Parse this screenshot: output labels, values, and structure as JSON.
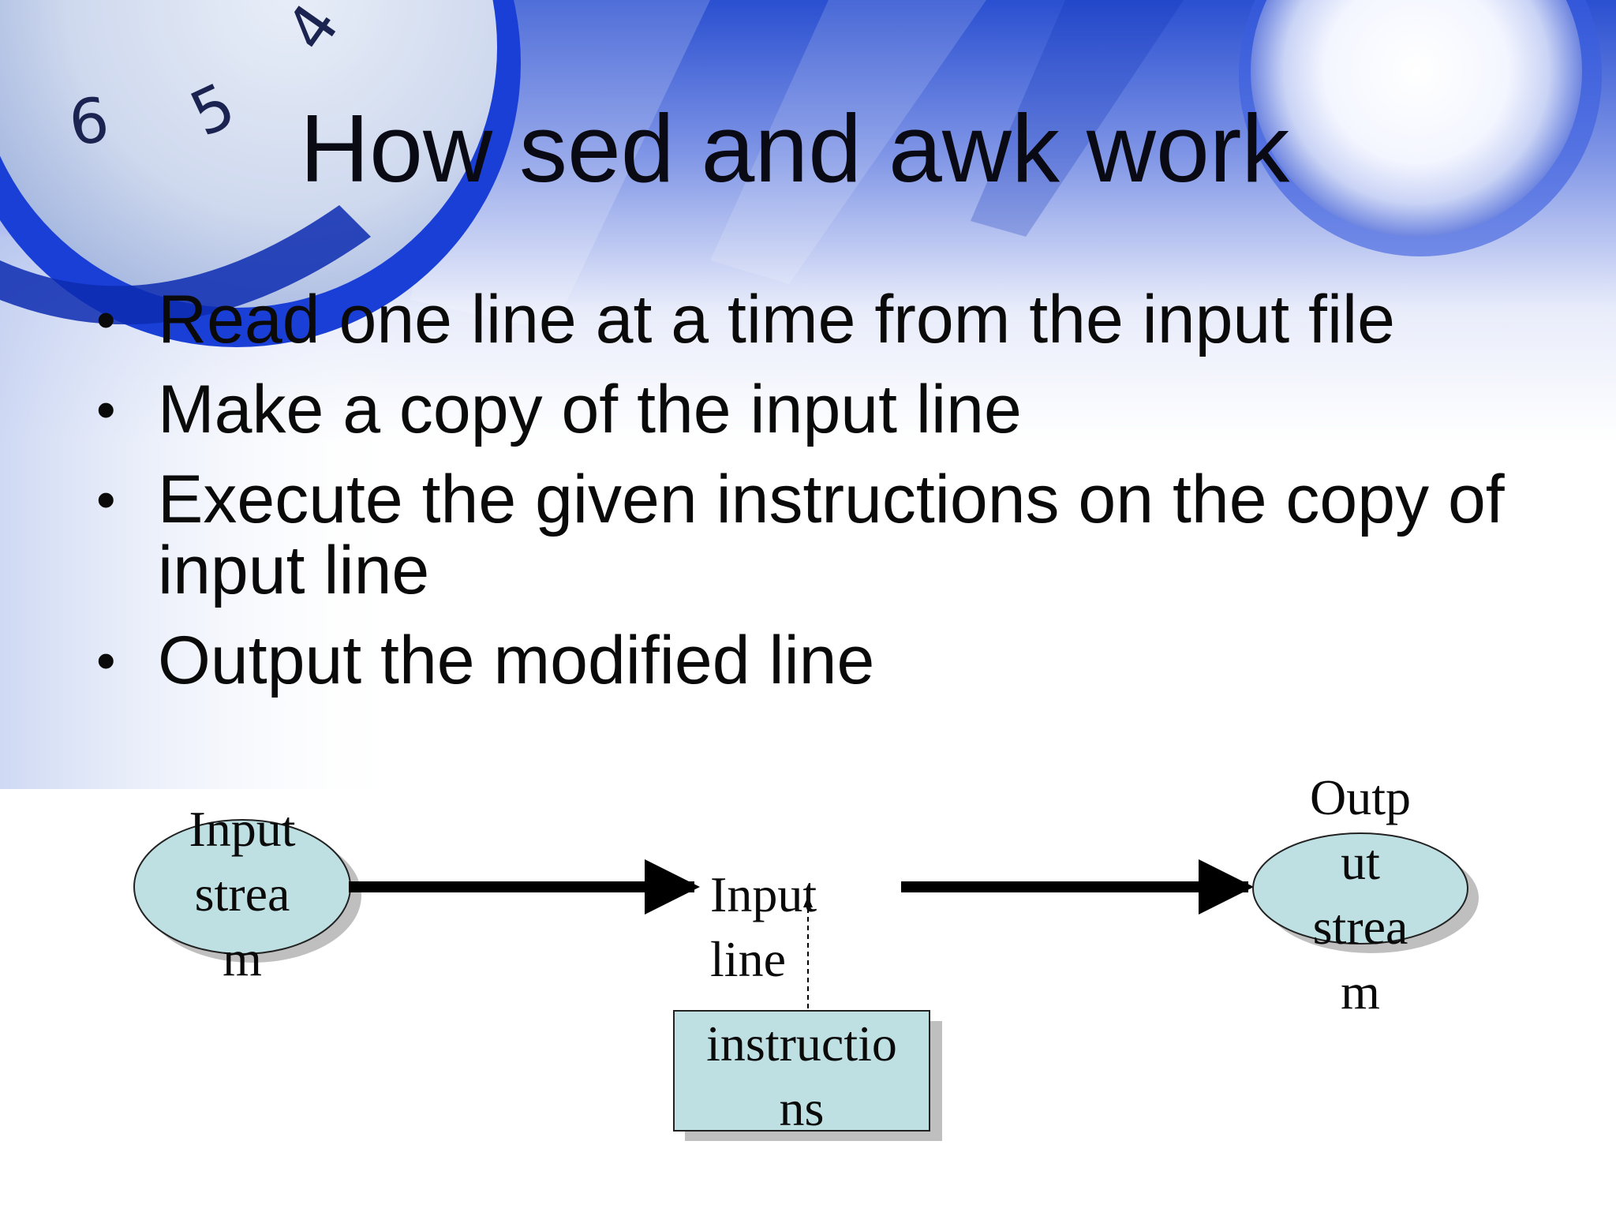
{
  "slide": {
    "title": "How sed and awk work",
    "bullets": [
      "Read one line at a time from the input file",
      "Make a copy of the input line",
      "Execute the given instructions on the copy of input line",
      "Output the modified line"
    ]
  },
  "diagram": {
    "input_stream": {
      "line1": "Input",
      "line2": "strea",
      "line3": "m"
    },
    "input_line": {
      "line1": "Input",
      "line2": "line"
    },
    "instructions": {
      "line1": "instructio",
      "line2": "ns"
    },
    "output_stream": {
      "line1": "Outp",
      "line2": "ut",
      "line3": "strea",
      "line4": "m"
    }
  },
  "colors": {
    "shape_fill": "#bfe0e2",
    "accent_blue": "#1f55d8",
    "text": "#0a0a0a"
  },
  "decor": {
    "clock_numerals": [
      "6",
      "5",
      "4"
    ]
  }
}
